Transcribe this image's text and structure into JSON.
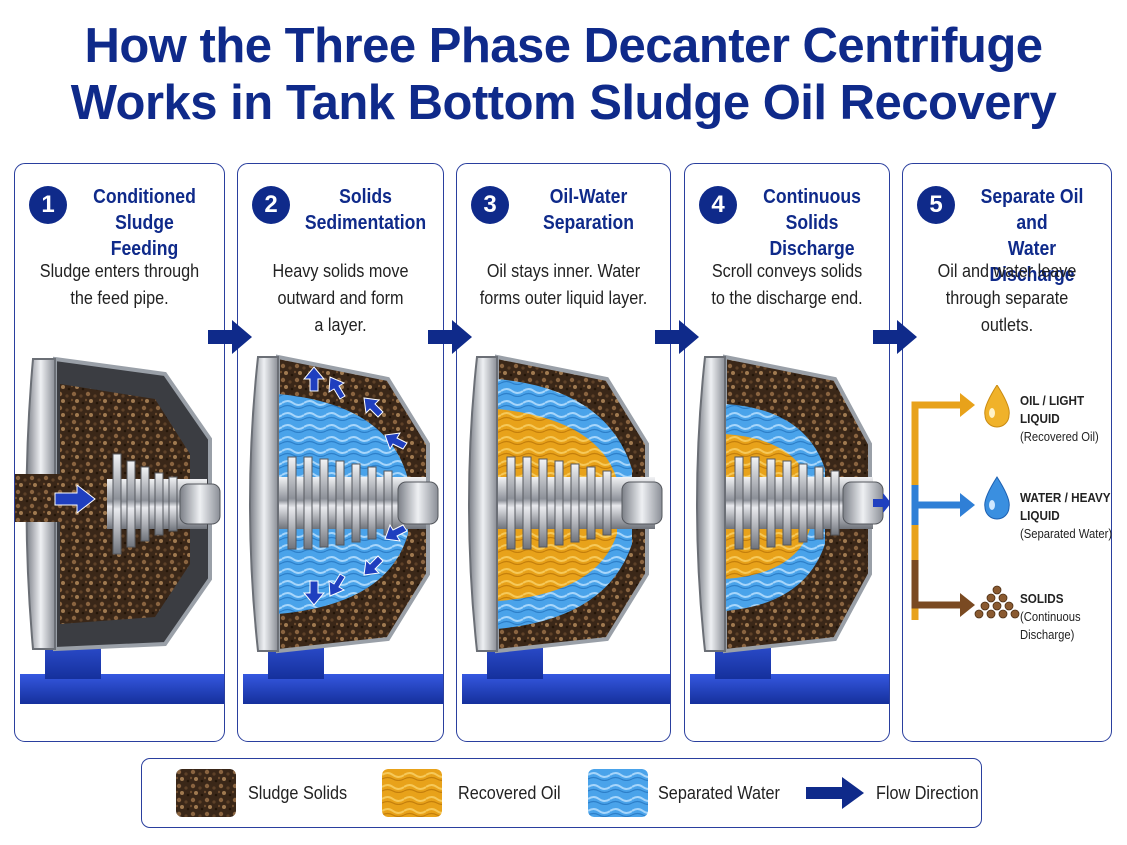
{
  "title": {
    "line1": "How the Three Phase Decanter Centrifuge",
    "line2": "Works in Tank Bottom Sludge Oil Recovery"
  },
  "steps": [
    {
      "number": "1",
      "title": "Conditioned\nSludge Feeding",
      "description": "Sludge enters through\nthe feed pipe."
    },
    {
      "number": "2",
      "title": "Solids\nSedimentation",
      "description": "Heavy solids move\noutward and form\na layer."
    },
    {
      "number": "3",
      "title": "Oil-Water\nSeparation",
      "description": "Oil stays inner. Water\nforms outer liquid layer."
    },
    {
      "number": "4",
      "title": "Continuous\nSolids Discharge",
      "description": "Scroll conveys solids\nto the discharge end."
    },
    {
      "number": "5",
      "title": "Separate Oil and\nWater Discharge",
      "description": "Oil and water leave\nthrough separate\noutlets."
    }
  ],
  "outputs": [
    {
      "label": "OIL / LIGHT\nLIQUID",
      "sub": "(Recovered Oil)",
      "icon": "oil-drop-icon",
      "color": "#e8a21a"
    },
    {
      "label": "WATER / HEAVY\nLIQUID",
      "sub": "(Separated Water)",
      "icon": "water-drop-icon",
      "color": "#2f7fd6"
    },
    {
      "label": "SOLIDS",
      "sub": "(Continuous\nDischarge)",
      "icon": "solids-pile-icon",
      "color": "#7a4a22"
    }
  ],
  "legend": [
    {
      "label": "Sludge Solids",
      "kind": "sludge"
    },
    {
      "label": "Recovered Oil",
      "kind": "oil"
    },
    {
      "label": "Separated Water",
      "kind": "water"
    },
    {
      "label": "Flow Direction",
      "kind": "arrow"
    }
  ],
  "colors": {
    "navy": "#0f2a8a",
    "sludge": "#3a2718",
    "oil": "#e8a21a",
    "water": "#4aa3ea",
    "base_blue": "#1f3fbf",
    "steel": "#c9ccd2"
  }
}
